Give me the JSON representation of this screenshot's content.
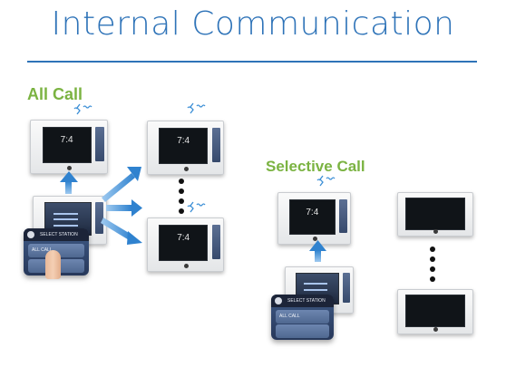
{
  "title": "Internal Communication",
  "labels": {
    "all_call": "All Call",
    "selective_call": "Selective Call"
  },
  "touch_panel": {
    "header": "SELECT STATION",
    "row1": "ALL CALL",
    "row2": ""
  },
  "monitor_screen": {
    "clock": "7:4"
  },
  "colors": {
    "title": "#2e73b8",
    "label": "#7bb342",
    "arrow": "#3c8fd6"
  }
}
